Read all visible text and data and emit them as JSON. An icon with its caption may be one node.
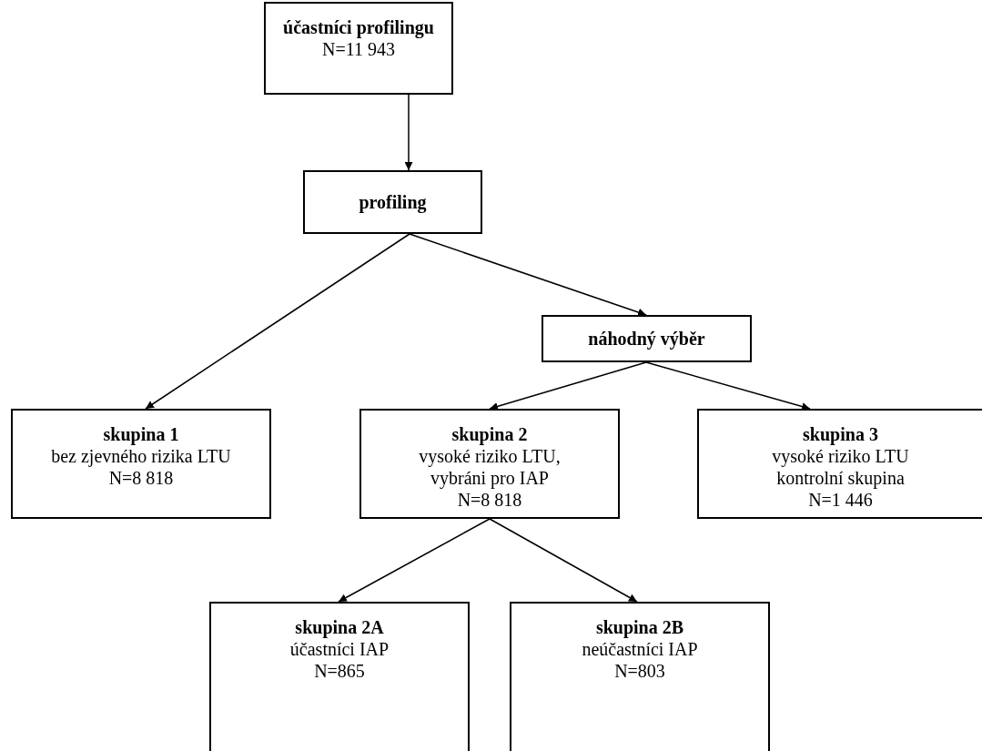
{
  "diagram": {
    "nodes": [
      {
        "text": [
          "účastníci profilingu",
          "N=11 943"
        ]
      },
      {
        "text": [
          "profiling"
        ]
      },
      {
        "text": [
          "náhodný výběr"
        ]
      },
      {
        "text": [
          "skupina 1",
          "bez zjevného rizika LTU",
          "N=8 818"
        ]
      },
      {
        "text": [
          "skupina 2",
          "vysoké riziko LTU, vybráni pro IAP",
          "N=8 818"
        ]
      },
      {
        "text": [
          "skupina 3",
          "vysoké riziko LTU kontrolní skupina",
          "N=1 446"
        ]
      },
      {
        "text": [
          "skupina 2A",
          "účastníci IAP",
          "N=865"
        ]
      },
      {
        "text": [
          "skupina 2B",
          "neúčastníci  IAP",
          "N=803"
        ]
      }
    ],
    "edges": [
      {
        "from": 0,
        "to": 1,
        "arrow": "to"
      },
      {
        "from": 1,
        "to": 3,
        "arrow": "to"
      },
      {
        "from": 1,
        "to": 2,
        "arrow": "to"
      },
      {
        "from": 2,
        "to": 4,
        "arrow": "to"
      },
      {
        "from": 2,
        "to": 5,
        "arrow": "to"
      },
      {
        "from": 4,
        "to": 6,
        "arrow": "to"
      },
      {
        "from": 4,
        "to": 7,
        "arrow": "to"
      }
    ]
  }
}
